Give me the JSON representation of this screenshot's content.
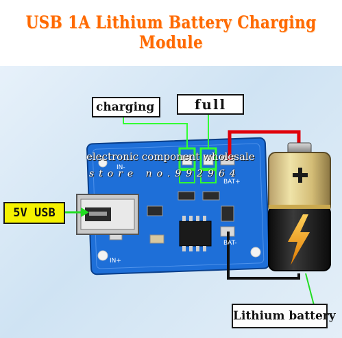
{
  "title": "USB 1A Lithium Battery Charging Module",
  "labels": {
    "charging": "charging",
    "full": "full",
    "usb": "5V USB",
    "battery": "Lithium battery"
  },
  "pcb_marks": {
    "in_minus": "IN-",
    "bat_plus": "BAT+",
    "bat_minus": "BAT-",
    "in_plus": "IN+"
  },
  "watermark": {
    "line1": "electronic component wholesale",
    "line2": "store no.992964"
  },
  "battery_sign": "+",
  "colors": {
    "title": "#ff6a00",
    "pcb": "#1e6fd8",
    "led_outline": "#33ff33",
    "wire_positive": "#e0000a",
    "wire_negative": "#111111",
    "usb_label_bg": "#f5f200",
    "arrow": "#22dd22"
  }
}
